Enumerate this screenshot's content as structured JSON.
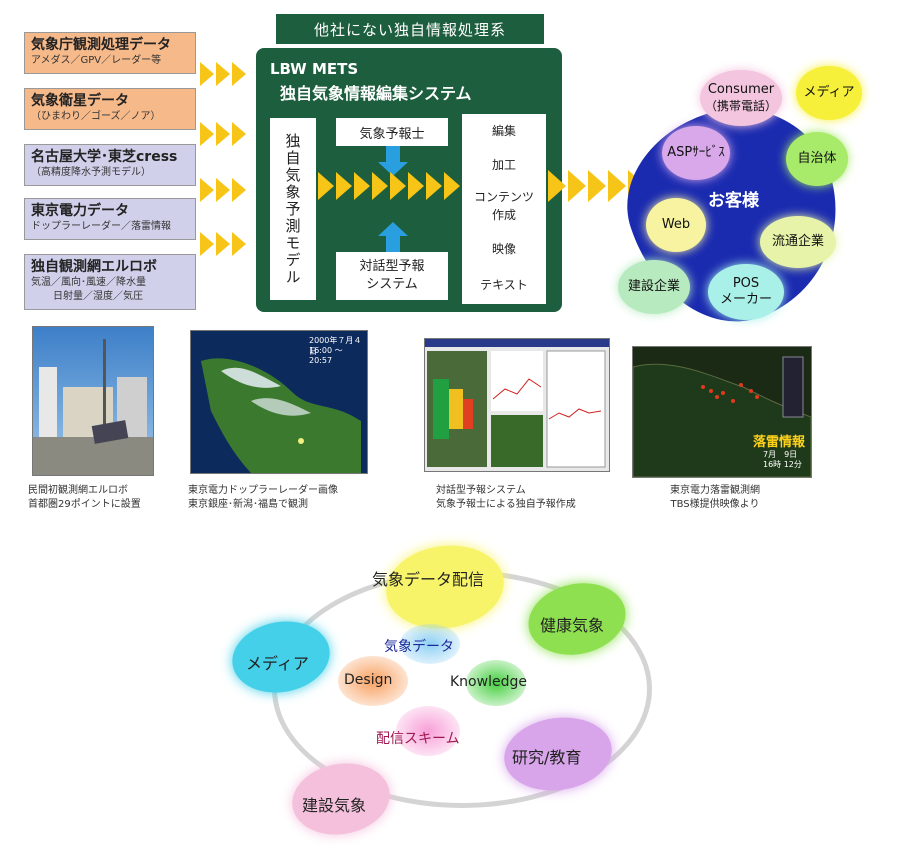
{
  "banner": "他社にない独自情報処理系",
  "sources": [
    {
      "title": "気象庁観測処理データ",
      "sub": "アメダス／GPV／レーダー等"
    },
    {
      "title": "気象衛星データ",
      "sub": "（ひまわり／ゴーズ／ノア）"
    },
    {
      "title": "名古屋大学･東芝cress",
      "sub": "（高精度降水予測モデル）"
    },
    {
      "title": "東京電力データ",
      "sub": "ドップラーレーダー／落雷情報"
    },
    {
      "title": "独自観測網エルロボ",
      "sub": "気温／風向･風速／降水量",
      "sub2": "日射量／湿度／気圧"
    }
  ],
  "main": {
    "title1": "LBW METS",
    "title2": "独自気象情報編集システム",
    "model": "独自気象予測モデル",
    "forecaster": "気象予報士",
    "dialog1": "対話型予報",
    "dialog2": "システム",
    "outputs": [
      "編集",
      "加工",
      "コンテンツ",
      "作成",
      "映像",
      "テキスト"
    ]
  },
  "customers": {
    "center": "お客様",
    "items": [
      "Consumer",
      "（携帯電話）",
      "メディア",
      "ASPｻｰﾋﾞｽ",
      "自治体",
      "Web",
      "流通企業",
      "建設企業",
      "POS",
      "メーカー"
    ]
  },
  "photos": [
    {
      "cap1": "民間初観測網エルロボ",
      "cap2": "首都圏29ポイントに設置"
    },
    {
      "cap1": "東京電力ドップラーレーダー画像",
      "cap2": "東京銀座･新潟･福島で観測",
      "overlay1": "2000年７月４日",
      "overlay2": "16:00 ～ 20:57"
    },
    {
      "cap1": "対話型予報システム",
      "cap2": "気象予報士による独自予報作成"
    },
    {
      "cap1": "東京電力落雷観測網",
      "cap2": "TBS様提供映像より",
      "overlay1": "落雷情報",
      "overlay2": "7月　9日",
      "overlay3": "16時 12分"
    }
  ],
  "bottom": {
    "delivery": "気象データ配信",
    "health": "健康気象",
    "media": "メディア",
    "research": "研究/教育",
    "construction": "建設気象",
    "center_data": "気象データ",
    "design": "Design",
    "knowledge": "Knowledge",
    "scheme": "配信スキーム"
  },
  "colors": {
    "green": "#1d5e3e",
    "arrow": "#f7c418",
    "orange_box": "#f6b98a",
    "lavender_box": "#d0d0ea",
    "customer_blob": "#1b2bb0"
  }
}
